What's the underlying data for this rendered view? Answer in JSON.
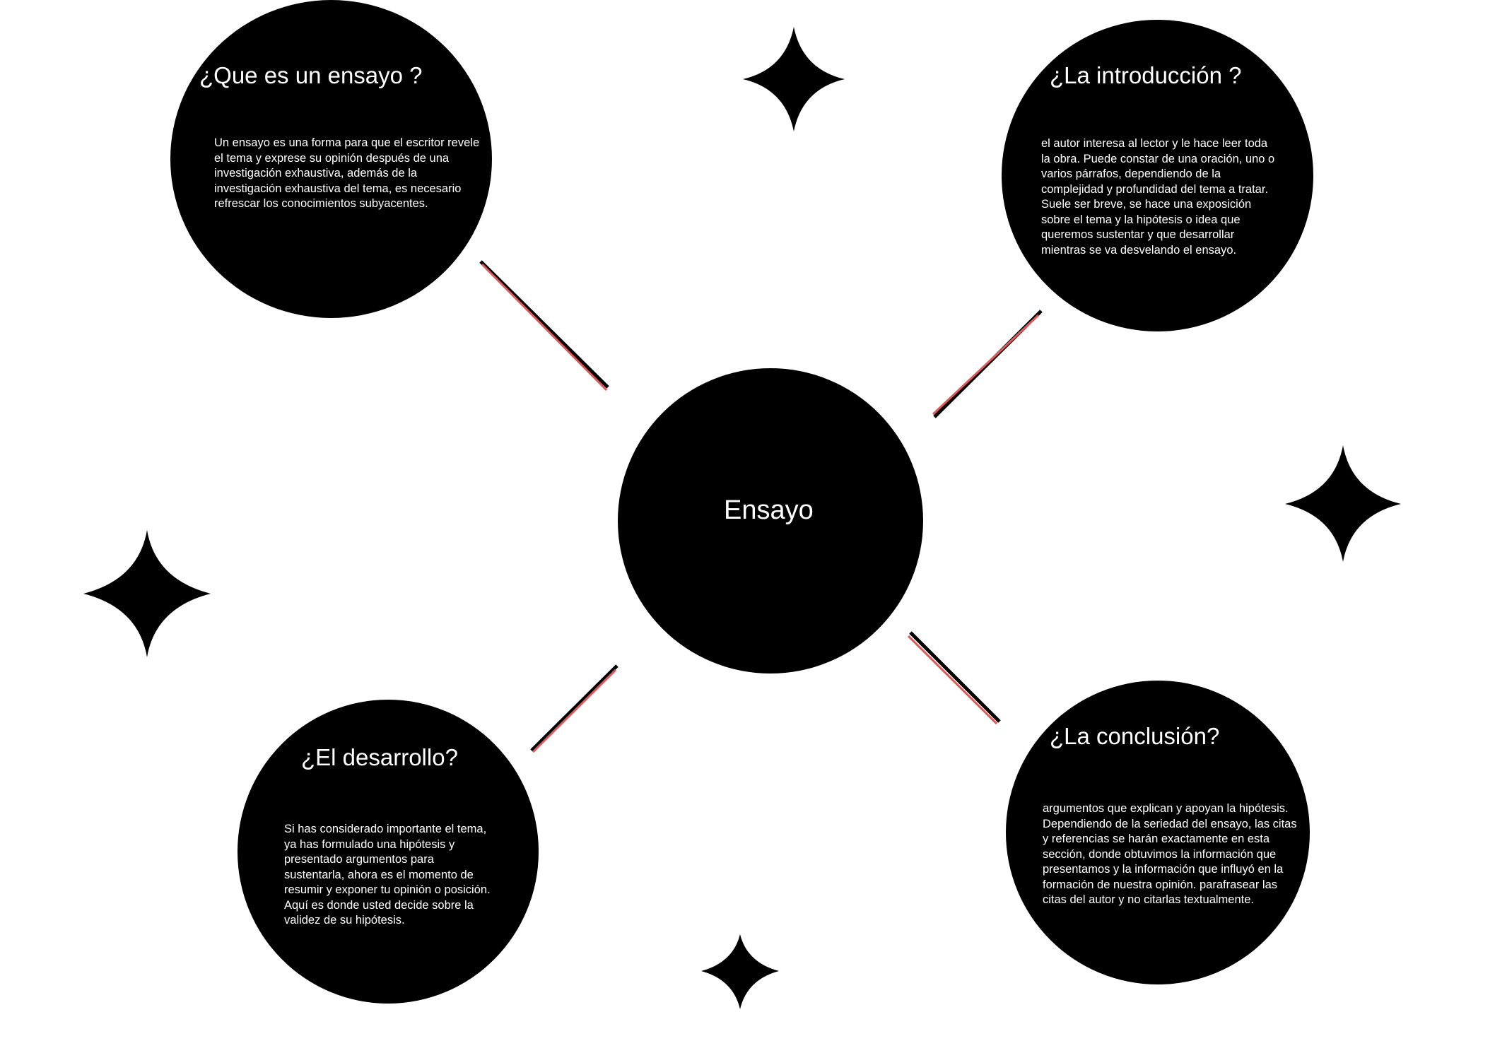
{
  "diagram": {
    "center": {
      "label": "Ensayo"
    },
    "nodes": [
      {
        "title": "¿Que es un ensayo ?",
        "text": "Un ensayo es una forma para que el escritor revele el tema y exprese su opinión después de una investigación exhaustiva, además de la investigación exhaustiva del tema, es necesario refrescar los conocimientos subyacentes."
      },
      {
        "title": "¿La introducción ?",
        "text": "el autor interesa al lector y le hace leer toda la obra. Puede constar de una oración, uno o varios párrafos, dependiendo de la complejidad y profundidad del tema a tratar. Suele ser breve, se hace una exposición sobre el tema y la hipótesis o idea que queremos sustentar y que  desarrollar mientras se va desvelando el ensayo."
      },
      {
        "title": "¿El desarrollo?",
        "text": "Si has considerado importante el tema, ya has formulado una hipótesis y presentado argumentos para sustentarla, ahora es el momento de resumir y exponer tu opinión o posición. Aquí es donde usted decide sobre la validez de su hipótesis."
      },
      {
        "title": "¿La conclusión?",
        "text": "argumentos que explican y apoyan la hipótesis. Dependiendo de la seriedad del ensayo, las citas y referencias se harán exactamente en esta sección, donde obtuvimos la información que presentamos y la información que influyó en la formación de nuestra opinión. parafrasear las citas del autor y no citarlas textualmente."
      }
    ]
  },
  "colors": {
    "background": "#ffffff",
    "node_fill": "#000000",
    "node_text": "#ffffff",
    "connector": "#000000",
    "connector_accent": "#e05a5a"
  }
}
